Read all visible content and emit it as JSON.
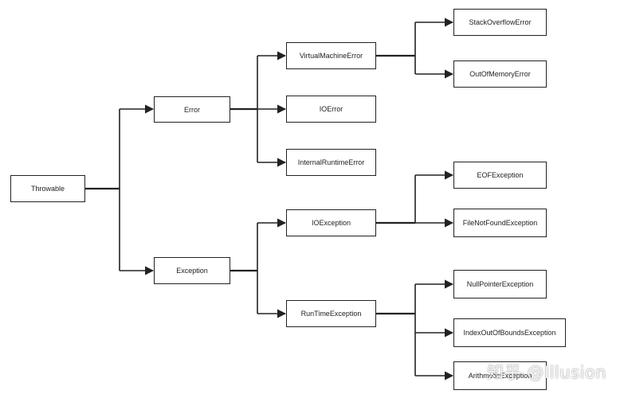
{
  "nodes": {
    "throwable": "Throwable",
    "error": "Error",
    "exception": "Exception",
    "virtual_machine_error": "VirtualMachineError",
    "io_error": "IOError",
    "internal_runtime_error": "InternalRuntimeError",
    "stack_overflow_error": "StackOverflowError",
    "out_of_memory_error": "OutOfMemoryError",
    "io_exception": "IOException",
    "runtime_exception": "RunTimeException",
    "eof_exception": "EOFException",
    "file_not_found_exception": "FileNotFoundException",
    "null_pointer_exception": "NullPointerException",
    "index_out_of_bounds_exception": "IndexOutOfBoundsException",
    "arithmetic_exception": "ArithmeticException"
  },
  "watermark": "知乎 @Illusion",
  "colors": {
    "line": "#222222",
    "box_border": "#222222",
    "background": "#ffffff"
  }
}
